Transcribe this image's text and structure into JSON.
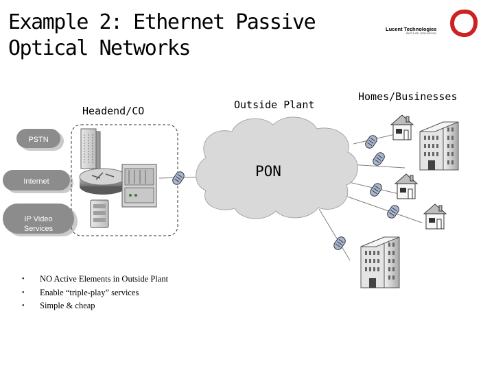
{
  "slide": {
    "title": "Example 2: Ethernet Passive Optical Networks",
    "logo": {
      "company": "Lucent Technologies",
      "tagline": "Bell Labs Innovations",
      "ring_color": "#cc2222"
    }
  },
  "diagram": {
    "column_labels": {
      "headend": "Headend/CO",
      "outside_plant": "Outside Plant",
      "homes_businesses": "Homes/Businesses"
    },
    "sources": [
      {
        "label": "PSTN"
      },
      {
        "label": "Internet"
      },
      {
        "label": "IP Video Services"
      }
    ],
    "cloud_label": "PON",
    "colors": {
      "cloud_fill": "#d9d9d9",
      "source_pill": "#8c8c8c",
      "splitter_fill": "#a9b7d3",
      "line": "#7f7f7f"
    }
  },
  "bullets": [
    "NO Active Elements in Outside Plant",
    "Enable “triple-play” services",
    "Simple & cheap"
  ]
}
